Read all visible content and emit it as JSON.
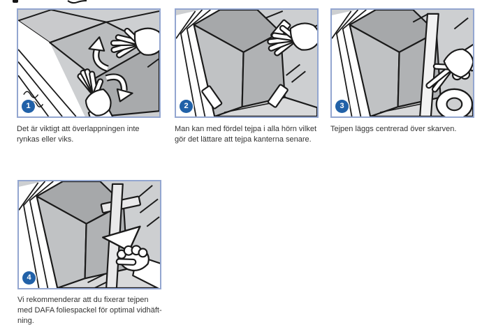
{
  "document": {
    "type": "instruction-sheet",
    "language": "sv",
    "brand_mentioned": "DAFA"
  },
  "colors": {
    "panel_border": "#93a6d0",
    "badge_blue": "#2161a8",
    "caption_text": "#333333",
    "ink": "#1a1a1a",
    "wall_gray": "#cdcfd1",
    "reveal_light_gray": "#c0c2c4",
    "reveal_dark_gray": "#a6a8aa",
    "foil_gray": "#b0b2b4",
    "sill_gray": "#d8d9da"
  },
  "steps": [
    {
      "number": "1",
      "illustration": "hands-smoothing-foil-overlap-with-arrows",
      "caption": "Det är viktigt att överlappningen inte rynkas eller viks.",
      "lines": [
        "Det är viktigt att överlappningen inte",
        "rynkas eller viks."
      ]
    },
    {
      "number": "2",
      "illustration": "hand-taping-corners-of-window-reveal",
      "caption": "Man kan med fördel tejpa i alla hörn vilket gör det lättare att tejpa kanterna senare.",
      "lines": [
        "Man kan med fördel tejpa i alla hörn vilket",
        "gör det lättare att tejpa kanterna senare."
      ]
    },
    {
      "number": "3",
      "illustration": "hand-with-tape-roll-applying-tape-over-seam",
      "caption": "Tejpen läggs centrerad över skarven.",
      "lines": [
        "Tejpen läggs centrerad över skarven."
      ]
    },
    {
      "number": "4",
      "illustration": "hand-pressing-tape-with-spatula",
      "caption": "Vi rekommenderar att du fixerar tejpen med DAFA foliespackel för optimal vidhäftning.",
      "lines": [
        "Vi rekommenderar att du fixerar tejpen",
        "med DAFA foliespackel för optimal vidhäft-",
        "ning."
      ]
    }
  ]
}
